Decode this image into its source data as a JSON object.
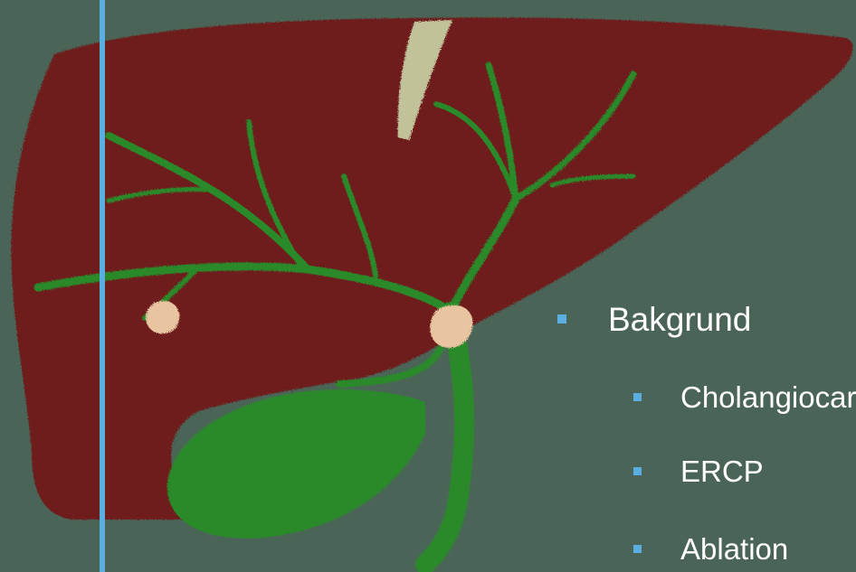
{
  "slide": {
    "background_color": "#4a6557",
    "accent_color": "#5aaee0",
    "text_color": "#ffffff",
    "illustration": {
      "name": "liver-illustration",
      "colors": {
        "liver": "#6e1a1a",
        "ducts": "#2b8a2b",
        "tumor": "#e8c4a0",
        "ligament": "#c2c29a"
      }
    },
    "bullets": [
      {
        "label": "Bakgrund",
        "level": 1
      },
      {
        "label": "Cholangiocarcinom",
        "level": 2
      },
      {
        "label": "ERCP",
        "level": 2
      },
      {
        "label": "Ablation",
        "level": 2
      }
    ]
  }
}
